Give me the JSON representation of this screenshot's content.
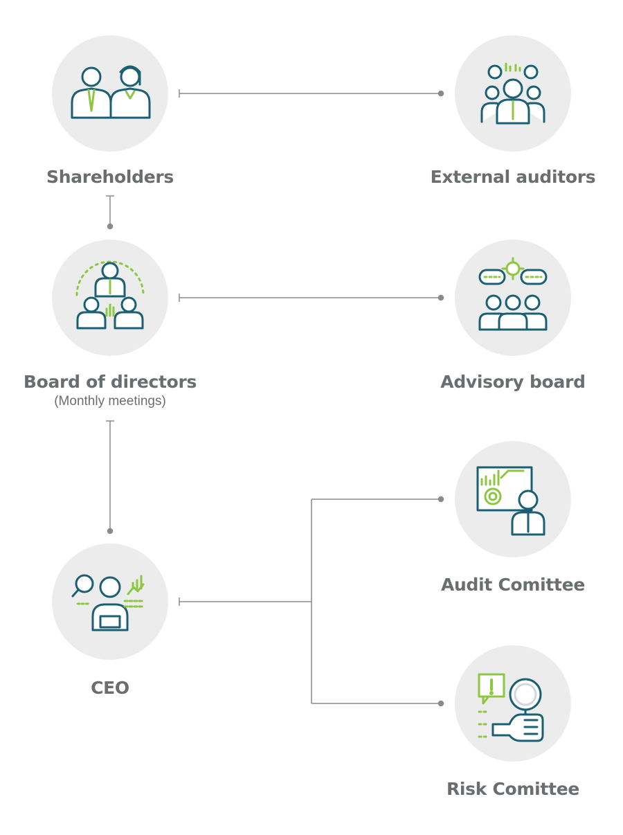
{
  "diagram": {
    "nodes": {
      "shareholders": {
        "label": "Shareholders",
        "icon": "shareholders-icon"
      },
      "external_auditors": {
        "label": "External auditors",
        "icon": "external-auditors-icon"
      },
      "board_of_directors": {
        "label": "Board of directors",
        "sublabel": "(Monthly meetings)",
        "icon": "board-of-directors-icon"
      },
      "advisory_board": {
        "label": "Advisory board",
        "icon": "advisory-board-icon"
      },
      "ceo": {
        "label": "CEO",
        "icon": "ceo-icon"
      },
      "audit_committee": {
        "label": "Audit Comittee",
        "icon": "audit-committee-icon"
      },
      "risk_committee": {
        "label": "Risk Comittee",
        "icon": "risk-committee-icon"
      }
    },
    "edges": [
      {
        "from": "shareholders",
        "to": "external_auditors"
      },
      {
        "from": "shareholders",
        "to": "board_of_directors"
      },
      {
        "from": "board_of_directors",
        "to": "advisory_board"
      },
      {
        "from": "board_of_directors",
        "to": "ceo"
      },
      {
        "from": "ceo",
        "to": "audit_committee"
      },
      {
        "from": "ceo",
        "to": "risk_committee"
      }
    ],
    "colors": {
      "circle": "#ececec",
      "icon_stroke": "#1a5f73",
      "icon_accent": "#8dc63f",
      "connector": "#8a8a8a",
      "label": "#6b6e70"
    }
  }
}
